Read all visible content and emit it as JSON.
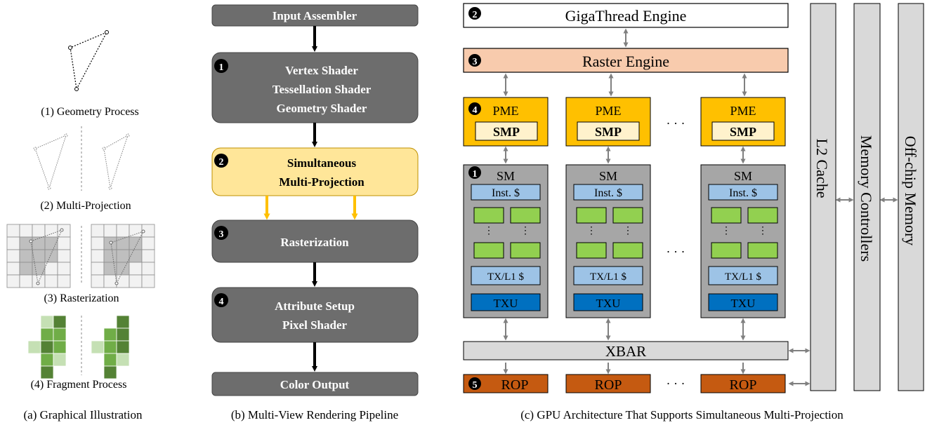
{
  "panel_a": {
    "caption": "(a) Graphical Illustration",
    "steps": [
      "(1) Geometry Process",
      "(2) Multi-Projection",
      "(3) Rasterization",
      "(4) Fragment Process"
    ]
  },
  "panel_b": {
    "caption": "(b) Multi-View Rendering Pipeline",
    "input": "Input Assembler",
    "stage1": [
      "Vertex Shader",
      "Tessellation Shader",
      "Geometry Shader"
    ],
    "stage2": [
      "Simultaneous",
      "Multi-Projection"
    ],
    "stage3": "Rasterization",
    "stage4": [
      "Attribute Setup",
      "Pixel Shader"
    ],
    "output": "Color Output",
    "badges": [
      "1",
      "2",
      "3",
      "4"
    ]
  },
  "panel_c": {
    "caption": "(c) GPU Architecture That Supports Simultaneous Multi-Projection",
    "gigathread": "GigaThread Engine",
    "raster": "Raster Engine",
    "pme": "PME",
    "smp": "SMP",
    "sm": "SM",
    "inst_cache": "Inst. $",
    "tx_l1": "TX/L1 $",
    "txu": "TXU",
    "xbar": "XBAR",
    "rop": "ROP",
    "l2": "L2 Cache",
    "memctrl": "Memory Controllers",
    "offchip": "Off-chip Memory",
    "ellipsis": "· · ·",
    "badges": [
      "2",
      "3",
      "4",
      "1",
      "5"
    ]
  },
  "colors": {
    "dark_gray": "#6d6d6d",
    "yellow_light": "#ffe699",
    "orange_pme": "#ffc000",
    "smp_fill": "#fff2cc",
    "raster_fill": "#f8cbad",
    "sm_gray": "#a6a6a6",
    "light_blue": "#9dc3e6",
    "blue_txu": "#0070c0",
    "green_core": "#92d050",
    "rop_fill": "#c55a11",
    "panel_gray": "#d9d9d9",
    "arrow_gray": "#808080",
    "arrow_yellow": "#ffc000",
    "frag_dark": "#548235",
    "frag_mid": "#70ad47",
    "frag_light": "#c5e0b4"
  }
}
